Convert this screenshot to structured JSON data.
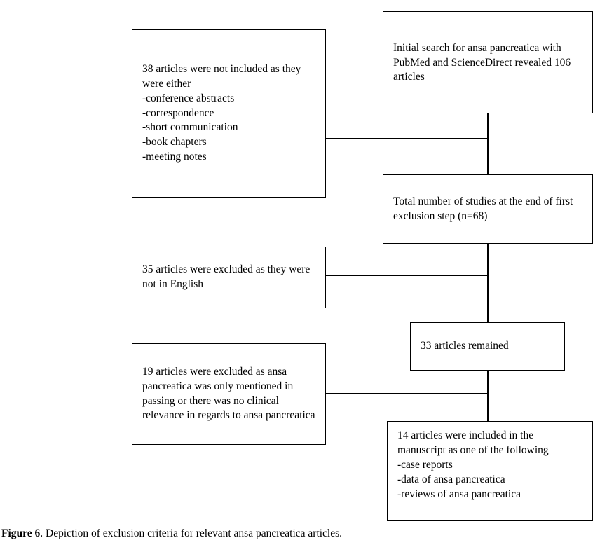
{
  "figure": {
    "caption_label": "Figure 6",
    "caption_text": ". Depiction of exclusion criteria for relevant ansa pancreatica articles.",
    "colors": {
      "background": "#ffffff",
      "stroke": "#000000",
      "text": "#000000"
    }
  },
  "flowchart": {
    "type": "flowchart",
    "orientation": "vertical-main-with-left-exclusion-branches",
    "main_boxes": [
      {
        "id": "initial-search",
        "text": "Initial search for ansa pancreatica with PubMed and ScienceDirect revealed 106 articles",
        "count": 106
      },
      {
        "id": "total-studies",
        "text": "Total number of studies at the  end of first exclusion step (n=68)",
        "count": 68
      },
      {
        "id": "remained",
        "text": "33 articles remained",
        "count": 33
      },
      {
        "id": "included",
        "text": "14 articles were included in the manuscript as one of the following\n-case reports\n-data of ansa pancreatica\n-reviews of ansa pancreatica",
        "count": 14
      }
    ],
    "exclusion_boxes": [
      {
        "id": "excluded-type",
        "text": "38 articles were not included as they were either\n-conference abstracts\n-correspondence\n-short communication\n-book chapters\n-meeting notes",
        "count": 38
      },
      {
        "id": "excluded-language",
        "text": "35 articles were excluded as they were not in English",
        "count": 35
      },
      {
        "id": "excluded-relevance",
        "text": "19 articles were excluded as ansa pancreatica was only mentioned in passing or there was no clinical relevance in regards to ansa pancreatica",
        "count": 19
      }
    ]
  }
}
